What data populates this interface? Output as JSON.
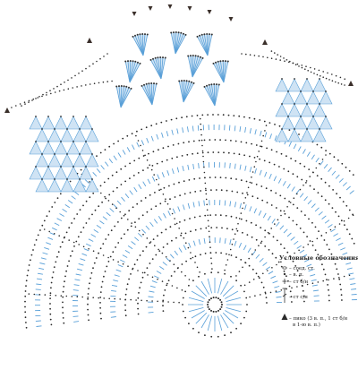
{
  "colors": {
    "chain_dot": "#2a2a2a",
    "stitch_blue": "#5aa0d8",
    "fill_blue": "#cfe3f4",
    "stitch_dark": "#333333",
    "arrow_dark": "#3a2f2a"
  },
  "legend": {
    "title": "Условные обозначения:",
    "items": [
      {
        "symbol": "slip-stitch-symbol",
        "label": "– соед. ст."
      },
      {
        "symbol": "chain-symbol",
        "label": "– в. п."
      },
      {
        "symbol": "single-crochet-symbol",
        "label": "– ст б/н"
      },
      {
        "symbol": "double-crochet-symbol",
        "label": "– ст с/н"
      },
      {
        "symbol": "picot-symbol",
        "label": "– пико (3 в. п., 1 ст б/н"
      },
      {
        "symbol": "",
        "label": "в 1-ю в. п.)"
      }
    ]
  }
}
